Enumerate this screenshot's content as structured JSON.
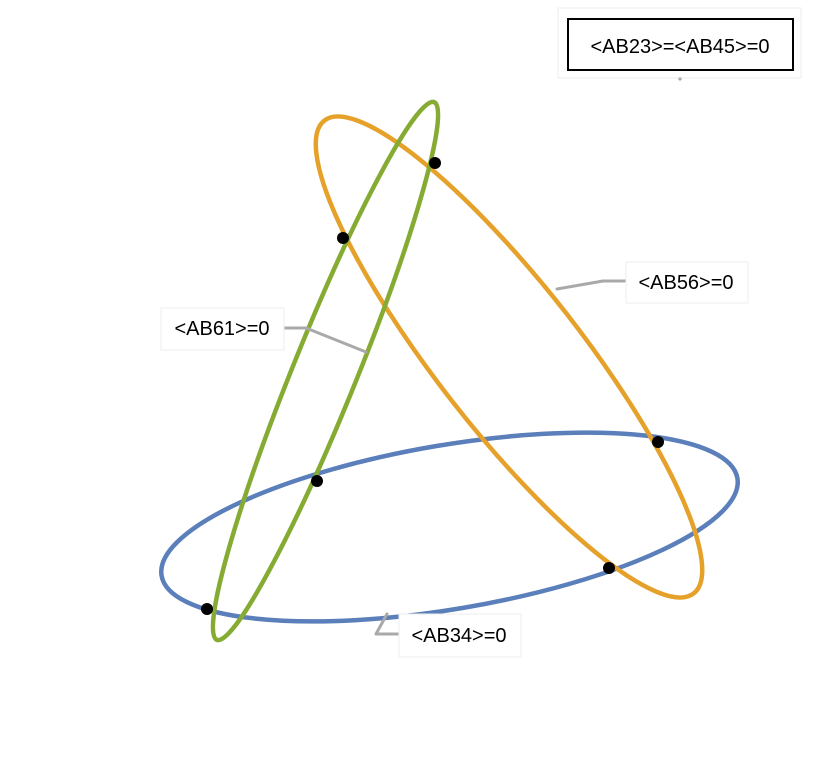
{
  "diagram": {
    "title_label": "<AB23>=<AB45>=0",
    "curves": [
      {
        "label": "<AB34>=0",
        "color": "#5b7fba"
      },
      {
        "label": "<AB56>=0",
        "color": "#e5a12a"
      },
      {
        "label": "<AB61>=0",
        "color": "#86ab33"
      }
    ],
    "point_color": "#000000",
    "leader_color": "#a9a9a9"
  }
}
